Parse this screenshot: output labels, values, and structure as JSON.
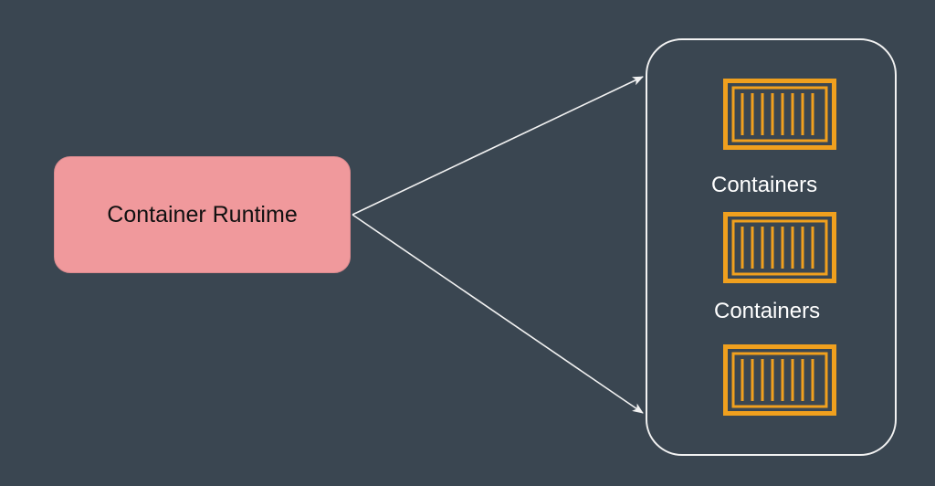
{
  "runtime": {
    "label": "Container Runtime"
  },
  "containers": {
    "labels": [
      "Containers",
      "Containers"
    ],
    "icon_color": "#f0a01e"
  },
  "colors": {
    "background": "#3a4651",
    "runtime_fill": "#f0999c",
    "edge": "#f2f2f2"
  }
}
